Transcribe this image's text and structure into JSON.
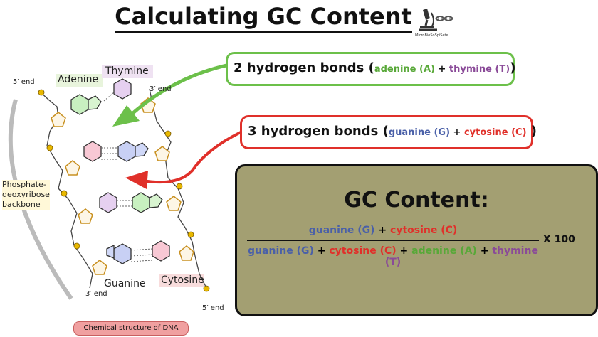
{
  "title": "Calculating GC Content",
  "logo": {
    "text": "MicroBioSoSpiSete",
    "icon": "microscope-dna-icon"
  },
  "dna": {
    "labels": {
      "adenine": "Adenine",
      "thymine": "Thymine",
      "guanine": "Guanine",
      "cytosine": "Cytosine"
    },
    "ends": {
      "top_left": "5′ end",
      "top_right": "3′ end",
      "bottom_left": "3′ end",
      "bottom_right": "5′ end"
    },
    "backbone": {
      "line1": "Phosphate-",
      "line2": "deoxyribose",
      "line3": "backbone"
    },
    "caption": "Chemical structure of DNA"
  },
  "two_bonds": {
    "lead": "2 hydrogen bonds (",
    "a": "adenine (A)",
    "plus": " + ",
    "t": "thymine (T)",
    "close": ")"
  },
  "three_bonds": {
    "lead": "3 hydrogen bonds (",
    "g": "guanine (G)",
    "plus": " + ",
    "c": "cytosine (C)",
    "close": " )"
  },
  "gc": {
    "title": "GC Content:",
    "numerator": {
      "g": "guanine (G)",
      "plus": " + ",
      "c": "cytosine (C)"
    },
    "denominator": {
      "g": "guanine (G)",
      "p1": " + ",
      "c": "cytosine (C)",
      "p2": " + ",
      "a": "adenine (A)",
      "p3": " + ",
      "t": "thymine (T)"
    },
    "multiplier": "X  100"
  },
  "colors": {
    "guanine": "#4a60a8",
    "cytosine": "#e0302a",
    "adenine": "#58a838",
    "thymine": "#8a4a98",
    "green_box": "#6cc04a",
    "red_box": "#e0302a",
    "panel": "#a39f72"
  }
}
